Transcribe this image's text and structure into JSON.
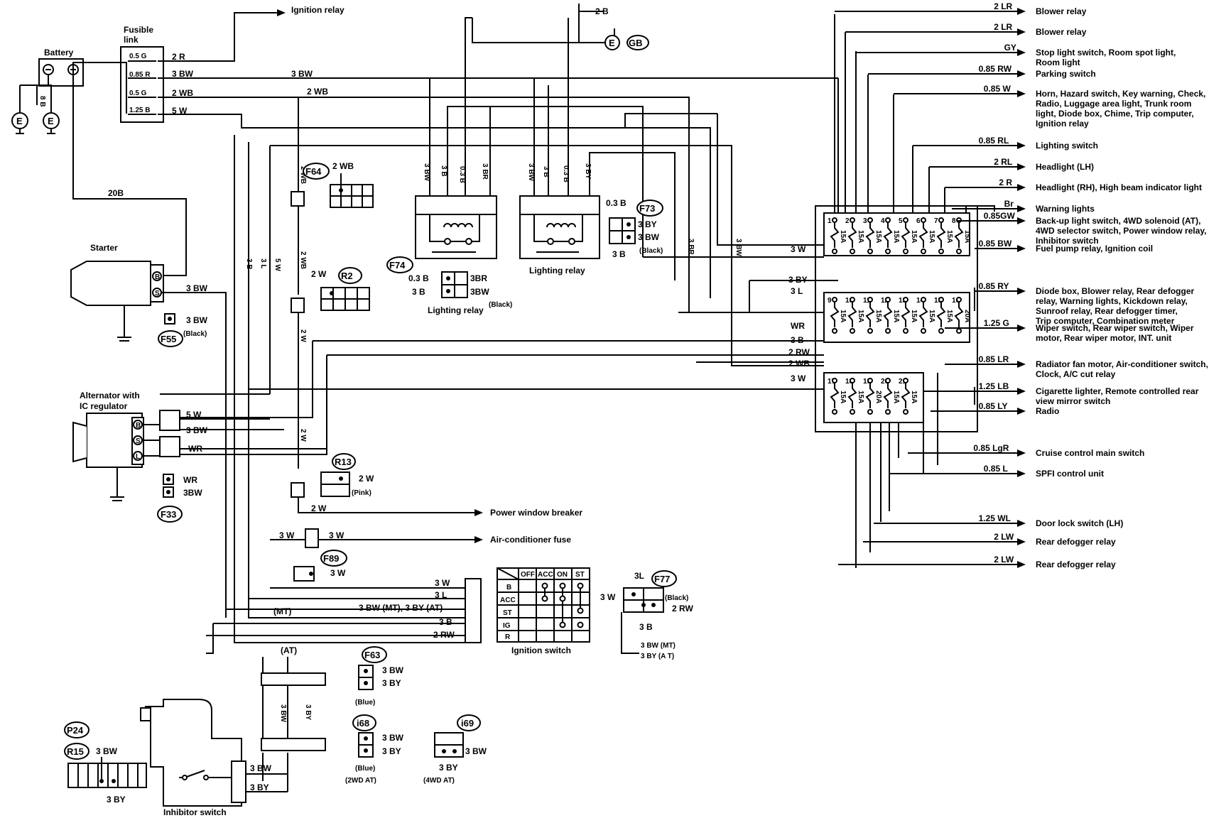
{
  "components": {
    "battery": "Battery",
    "fusible_link": [
      "Fusible",
      "link"
    ],
    "starter": "Starter",
    "alternator": [
      "Alternator with",
      "IC regulator"
    ],
    "lighting_relay_1": "Lighting relay",
    "lighting_relay_2": "Lighting relay",
    "ignition_switch": "Ignition switch",
    "inhibitor_switch": "Inhibitor switch"
  },
  "fusible_link_values": [
    "0.5 G",
    "0.85 R",
    "0.5 G",
    "1.25 B"
  ],
  "ignition_switch_table": {
    "headers": [
      "OFF",
      "ACC",
      "ON",
      "ST"
    ],
    "rows": [
      "B",
      "ACC",
      "ST",
      "IG",
      "R"
    ]
  },
  "connectors": [
    {
      "code": "F64",
      "wire": "2 WB"
    },
    {
      "code": "R2",
      "wire": "2 W"
    },
    {
      "code": "F55",
      "wires": [
        "3 BW"
      ],
      "note": "(Black)"
    },
    {
      "code": "F33",
      "wires": [
        "WR",
        "3BW"
      ]
    },
    {
      "code": "R13",
      "wires": [
        "2 W"
      ],
      "note": "(Pink)"
    },
    {
      "code": "F89",
      "wires": [
        "3 W"
      ]
    },
    {
      "code": "F74",
      "wires": [
        "0.3 B",
        "3 B",
        "3BR",
        "3BW"
      ],
      "note": "(Black)"
    },
    {
      "code": "F73",
      "wires": [
        "0.3 B",
        "3 BY",
        "3 BW",
        "3 B"
      ],
      "note": "(Black)"
    },
    {
      "code": "F77",
      "wires": [
        "3L",
        "3 W",
        "2 RW",
        "3 B"
      ],
      "note": "(Black)"
    },
    {
      "code": "F63",
      "wires": [
        "3 BW",
        "3 BY"
      ],
      "note": "(Blue)"
    },
    {
      "code": "i68",
      "wires": [
        "3 BW",
        "3 BY"
      ],
      "note": "(Blue)",
      "note2": "(2WD AT)"
    },
    {
      "code": "i69",
      "wires": [
        "3 BW",
        "3 BY"
      ],
      "note": "(4WD AT)"
    },
    {
      "code": "P24"
    },
    {
      "code": "R15",
      "wires": [
        "3 BW",
        "3 BY"
      ]
    },
    {
      "code": "GB"
    }
  ],
  "wire_labels": {
    "ign_relay": "Ignition relay",
    "b20": "20B",
    "b8": "8 B",
    "r2": "2 R",
    "bw3": "3 BW",
    "wb2": "2 WB",
    "w5": "5 W",
    "b2": "2 B",
    "bw3_starter": "3 BW",
    "w5_alt": "5 W",
    "bw3_alt": "3 BW",
    "wr_alt": "WR",
    "pwr_window": "Power window breaker",
    "ac_fuse": "Air-conditioner fuse",
    "w2_pw": "2 W",
    "w3_ac_a": "3 W",
    "w3_ac_b": "3 W",
    "ign_3w": "3 W",
    "ign_3l": "3 L",
    "ign_st": "3 BW (MT), 3 BY (AT)",
    "ign_3b": "3 B",
    "ign_2rw": "2 RW",
    "mt": "(MT)",
    "at": "(AT)",
    "f77_mt": "3 BW (MT)",
    "f77_at": "3 BY (A T)",
    "inh_bw": "3 BW",
    "inh_by": "3 BY"
  },
  "vertical_labels": [
    "3 BW",
    "3 B",
    "0.3 B",
    "3 BR",
    "3 BW",
    "3 B",
    "0.3 B",
    "3 BY",
    "3 B",
    "3 L",
    "5 W",
    "2 WB",
    "2 WB",
    "2 W",
    "2 W",
    "3 BR",
    "3 BW"
  ],
  "fuse_box": {
    "row1": [
      {
        "n": "1",
        "a": "15A"
      },
      {
        "n": "2",
        "a": "15A"
      },
      {
        "n": "3",
        "a": "15A"
      },
      {
        "n": "4",
        "a": "15A"
      },
      {
        "n": "5",
        "a": "15A"
      },
      {
        "n": "6",
        "a": "15A"
      },
      {
        "n": "7",
        "a": "15A"
      },
      {
        "n": "8",
        "a": "15A"
      }
    ],
    "row2": [
      {
        "n": "9",
        "a": "15A"
      },
      {
        "n": "10",
        "a": "15A"
      },
      {
        "n": "11",
        "a": "15A"
      },
      {
        "n": "12",
        "a": "15A"
      },
      {
        "n": "13",
        "a": "15A"
      },
      {
        "n": "14",
        "a": "15A"
      },
      {
        "n": "15",
        "a": "15A"
      },
      {
        "n": "16",
        "a": "20A"
      }
    ],
    "row3": [
      {
        "n": "17",
        "a": "15A"
      },
      {
        "n": "18",
        "a": "15A"
      },
      {
        "n": "19",
        "a": "20A"
      },
      {
        "n": "20",
        "a": "15A"
      },
      {
        "n": "21",
        "a": "15A"
      }
    ],
    "left_inputs": [
      "3 W",
      "3 BY",
      "3 L",
      "WR",
      "3 B",
      "2 RW",
      "2 WB",
      "3 W"
    ]
  },
  "outputs": [
    {
      "wire": "2 LR",
      "dest": [
        "Blower relay"
      ]
    },
    {
      "wire": "2 LR",
      "dest": [
        "Blower relay"
      ]
    },
    {
      "wire": "GY",
      "dest": [
        "Stop light switch, Room spot light,",
        "Room light"
      ]
    },
    {
      "wire": "0.85 RW",
      "dest": [
        "Parking switch"
      ]
    },
    {
      "wire": "0.85 W",
      "dest": [
        "Horn, Hazard switch, Key warning, Check,",
        "Radio, Luggage area light, Trunk room",
        "light, Diode box, Chime, Trip computer,",
        "Ignition relay"
      ]
    },
    {
      "wire": "0.85 RL",
      "dest": [
        "Lighting switch"
      ]
    },
    {
      "wire": "2 RL",
      "dest": [
        "Headlight (LH)"
      ]
    },
    {
      "wire": "2 R",
      "dest": [
        "Headlight (RH), High beam indicator light"
      ]
    },
    {
      "wire": "Br",
      "dest": [
        "Warning lights"
      ]
    },
    {
      "wire": "0.85GW",
      "dest": [
        "Back-up light switch, 4WD solenoid (AT),",
        "4WD selector switch, Power window relay,",
        "Inhibitor switch"
      ]
    },
    {
      "wire": "0.85 BW",
      "dest": [
        "Fuel pump relay, Ignition coil"
      ]
    },
    {
      "wire": "0.85 RY",
      "dest": [
        "Diode box, Blower relay, Rear defogger",
        "relay, Warning lights, Kickdown relay,",
        "Sunroof relay, Rear defogger timer,",
        "Trip computer, Combination meter"
      ]
    },
    {
      "wire": "1.25 G",
      "dest": [
        "Wiper switch, Rear wiper switch, Wiper",
        "motor, Rear wiper motor, INT. unit"
      ]
    },
    {
      "wire": "0.85 LR",
      "dest": [
        "Radiator fan motor, Air-conditioner switch,",
        "Clock, A/C cut relay"
      ]
    },
    {
      "wire": "1.25 LB",
      "dest": [
        "Cigarette lighter, Remote controlled rear",
        "view mirror switch"
      ]
    },
    {
      "wire": "0.85 LY",
      "dest": [
        "Radio"
      ]
    },
    {
      "wire": "0.85 LgR",
      "dest": [
        "Cruise control main switch"
      ]
    },
    {
      "wire": "0.85 L",
      "dest": [
        "SPFI control unit"
      ]
    },
    {
      "wire": "1.25 WL",
      "dest": [
        "Door lock switch (LH)"
      ]
    },
    {
      "wire": "2 LW",
      "dest": [
        "Rear defogger relay"
      ]
    },
    {
      "wire": "2 LW",
      "dest": [
        "Rear defogger relay"
      ]
    }
  ]
}
